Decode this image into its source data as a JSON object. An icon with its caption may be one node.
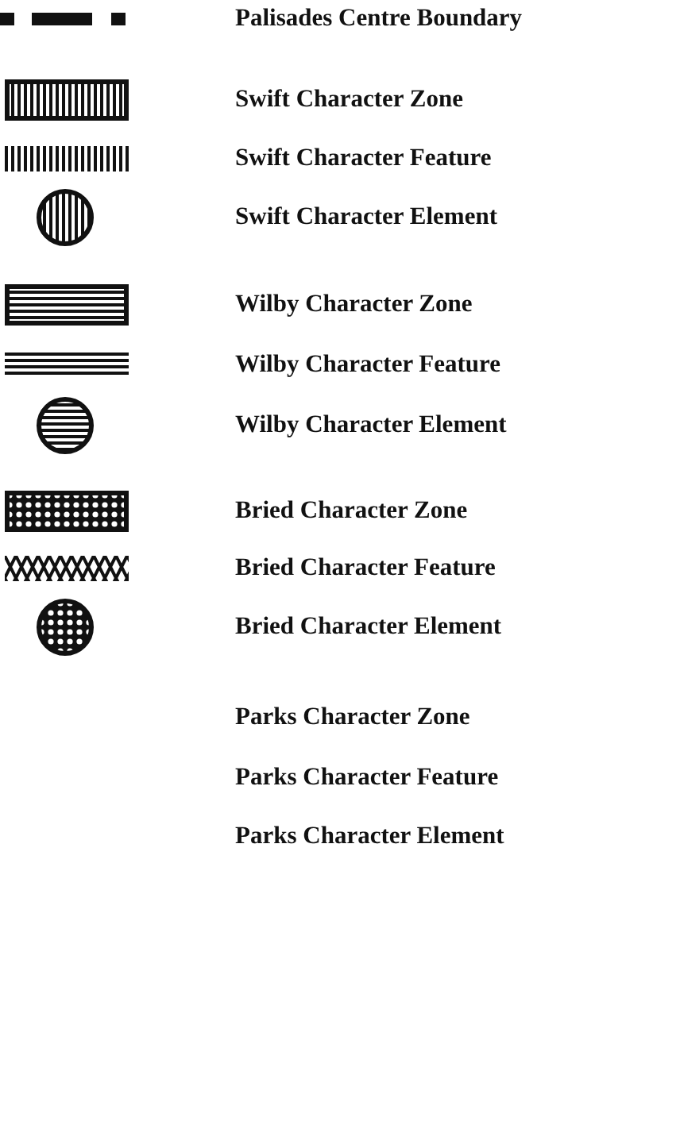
{
  "diagram": {
    "legend": [
      {
        "text": "Palisades Centre Boundary"
      },
      {
        "text": "Swift Character Zone"
      },
      {
        "text": "Swift Character Feature"
      },
      {
        "text": "Swift Character Element"
      },
      {
        "text": "Wilby Character Zone"
      },
      {
        "text": "Wilby Character Feature"
      },
      {
        "text": "Wilby Character Element"
      },
      {
        "text": "Bried Character Zone"
      },
      {
        "text": "Bried Character Feature"
      },
      {
        "text": "Bried Character Element"
      },
      {
        "text": "Parks Character Zone"
      },
      {
        "text": "Parks Character Feature"
      },
      {
        "text": "Parks Character Element"
      }
    ]
  }
}
